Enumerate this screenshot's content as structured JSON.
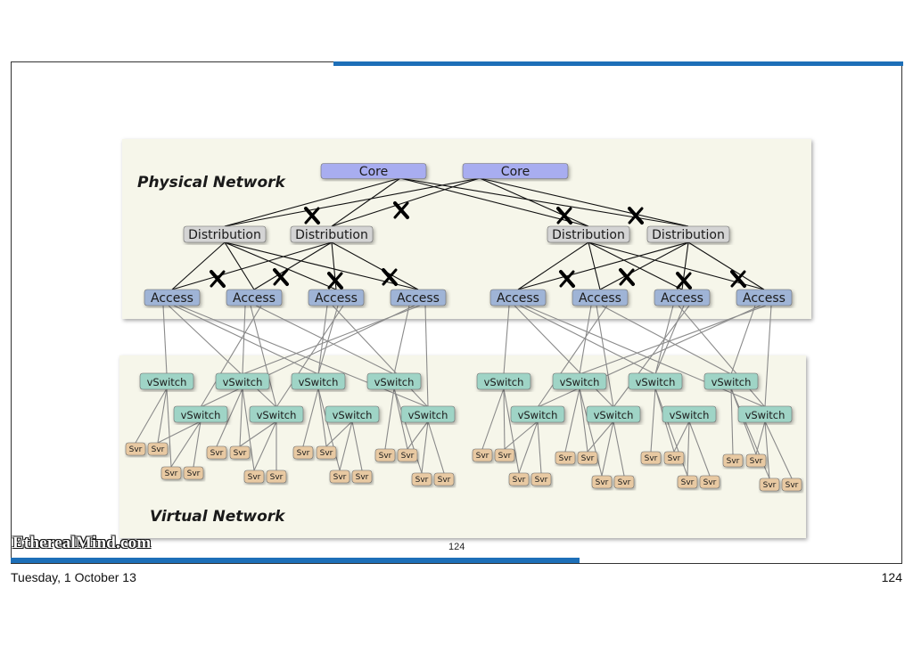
{
  "labels": {
    "physical_title": "Physical Network",
    "virtual_title": "Virtual Network",
    "core": "Core",
    "distribution": "Distribution",
    "access": "Access",
    "vswitch": "vSwitch",
    "server": "Svr"
  },
  "logo": "EtherealMind.com",
  "slide_number": "124",
  "footer": {
    "date": "Tuesday, 1 October 13",
    "page": "124"
  },
  "colors": {
    "core": "#a8adf0",
    "distribution": "#d4d4d4",
    "access": "#9fb4d6",
    "vswitch": "#9fd4c6",
    "server": "#e8c9a2",
    "panel": "#f6f6ea",
    "accent_bar": "#1d6fb8"
  },
  "icons": {
    "blocked_link": "x-mark-icon"
  }
}
